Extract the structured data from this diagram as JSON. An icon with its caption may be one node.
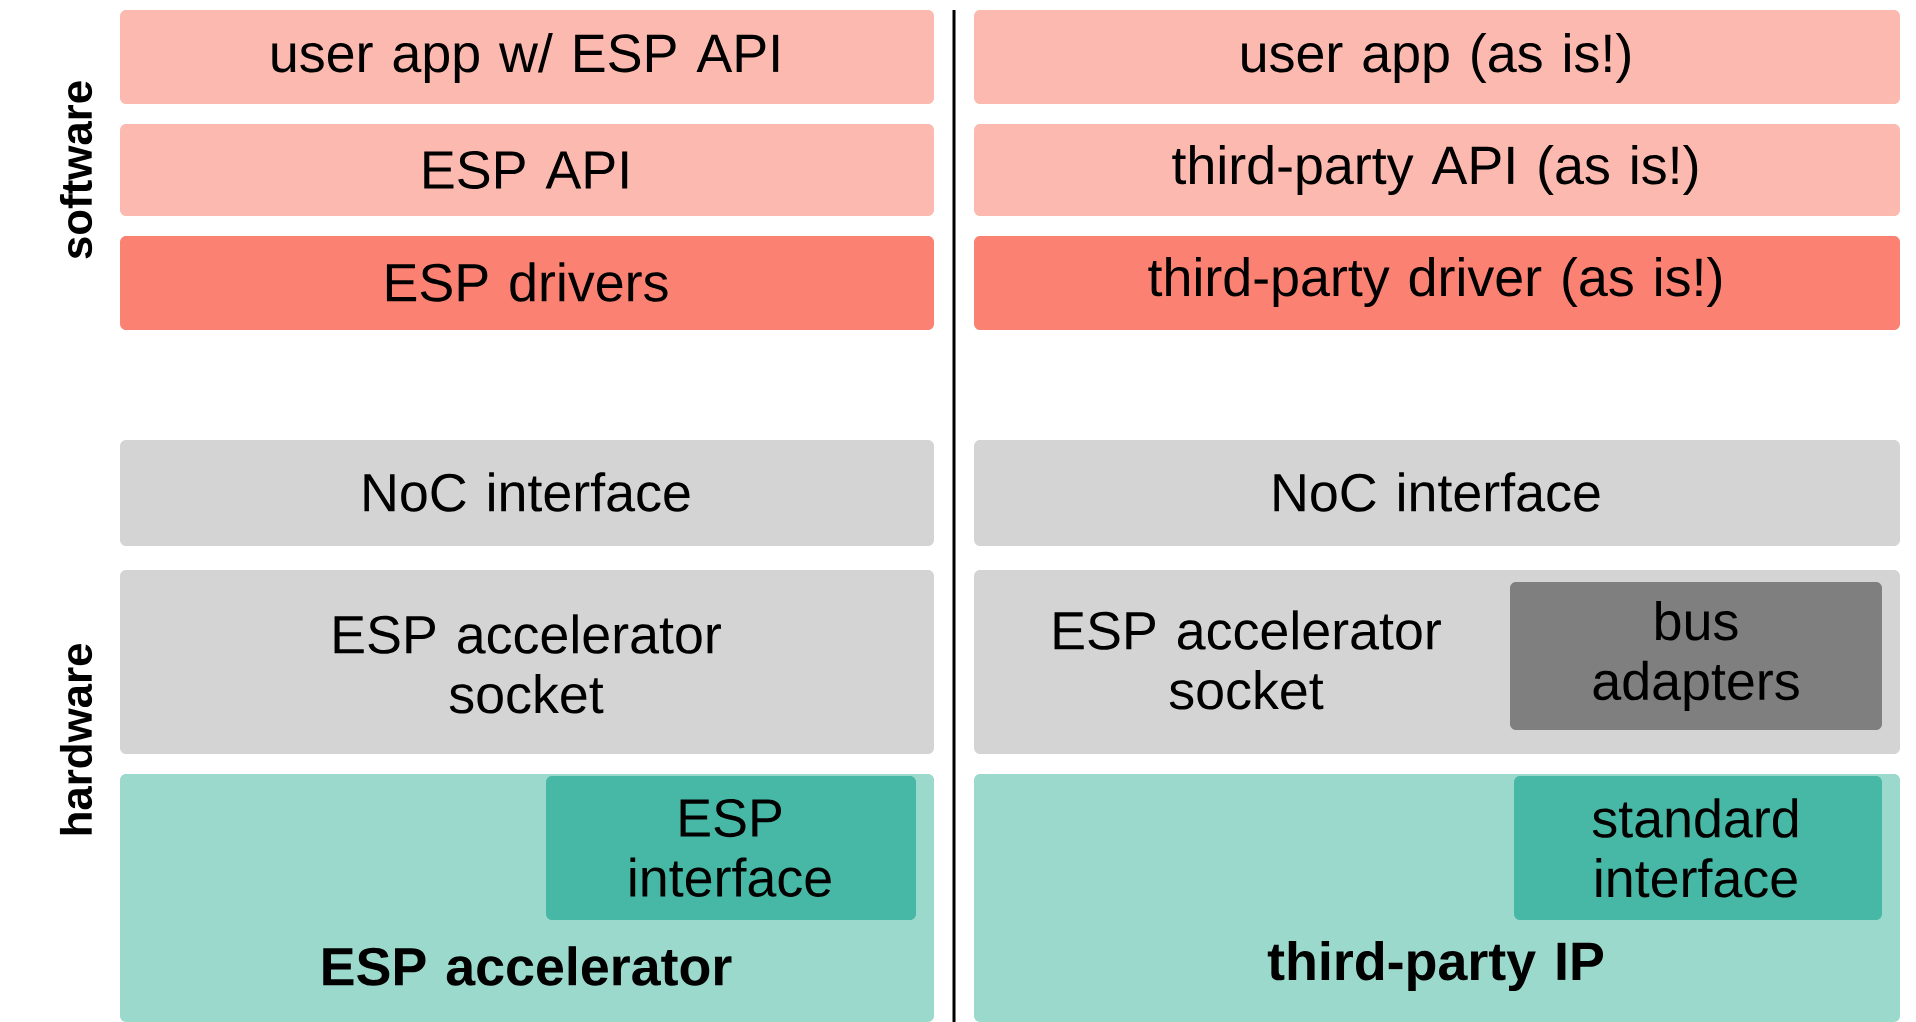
{
  "diagram": {
    "nodes": [
      {
        "text": [
          "user app w/ ESP API"
        ]
      },
      {
        "text": [
          "user app (as is!)"
        ]
      },
      {
        "text": [
          "ESP API"
        ]
      },
      {
        "text": [
          "third-party API (as is!)"
        ]
      },
      {
        "text": [
          "ESP drivers"
        ]
      },
      {
        "text": [
          "third-party driver (as is!)"
        ]
      },
      {
        "text": [
          "NoC interface"
        ]
      },
      {
        "text": [
          "NoC interface"
        ]
      },
      {
        "text": [
          "ESP accelerator socket"
        ]
      },
      {
        "text": [
          "ESP accelerator socket"
        ]
      },
      {
        "text": [
          "bus adapters"
        ],
        "in": 9
      },
      {
        "text": [
          "ESP accelerator"
        ]
      },
      {
        "text": [
          "ESP interface"
        ],
        "in": 11
      },
      {
        "text": [
          "third-party IP"
        ]
      },
      {
        "text": [
          "standard interface"
        ],
        "in": 13
      }
    ],
    "labels": [
      "software",
      "hardware"
    ]
  }
}
